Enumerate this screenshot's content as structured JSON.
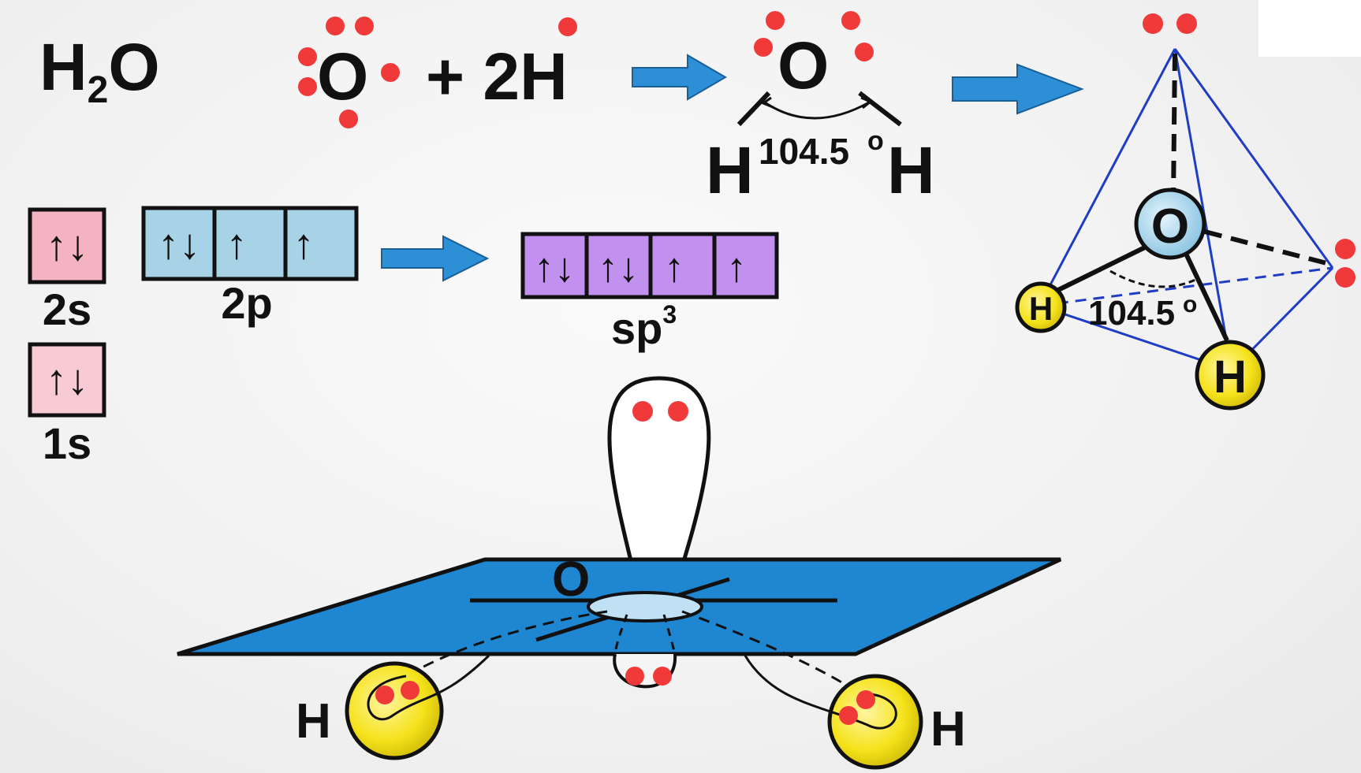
{
  "title": {
    "main": "H",
    "sub": "2",
    "tail": "O"
  },
  "equation": {
    "oxygen": "O",
    "plus": "+ 2H"
  },
  "bent_molecule": {
    "center": "O",
    "left": "H",
    "right": "H",
    "angle": "104.5",
    "degree": "o"
  },
  "orbitals": {
    "s2": {
      "label": "2s",
      "spins": [
        "↑↓"
      ],
      "color": "#f4b3c1"
    },
    "s1": {
      "label": "1s",
      "spins": [
        "↑↓"
      ],
      "color": "#f8cad3"
    },
    "p2": {
      "label": "2p",
      "spins": [
        "↑↓",
        "↑",
        "↑"
      ],
      "color": "#a8d3e6"
    },
    "sp3": {
      "label": "sp",
      "sup": "3",
      "spins": [
        "↑↓",
        "↑↓",
        "↑",
        "↑"
      ],
      "color": "#c290ee"
    }
  },
  "tetrahedron": {
    "center": "O",
    "h1": "H",
    "h2": "H",
    "angle": "104.5",
    "degree": "o"
  },
  "plane_model": {
    "center": "O",
    "left": "H",
    "right": "H"
  },
  "colors": {
    "electron": "#f03a3a",
    "arrow": "#2d8fd6",
    "plane": "#1f86d1",
    "hydrogen": "#f5e21a",
    "oxygen_ball": "#a9d4ec",
    "tetra_edge": "#1f3cc4"
  }
}
